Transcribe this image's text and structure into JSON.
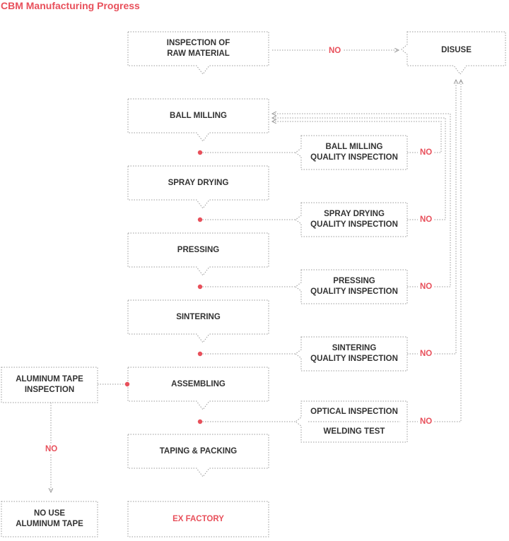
{
  "title": "CBM Manufacturing Progress",
  "colors": {
    "accent": "#e8505b",
    "text": "#333333",
    "border": "#9a9a9a",
    "arrow": "#b0b0b0"
  },
  "process_steps": {
    "raw_material": "INSPECTION OF\nRAW MATERIAL",
    "ball_milling": "BALL MILLING",
    "spray_drying": "SPRAY DRYING",
    "pressing": "PRESSING",
    "sintering": "SINTERING",
    "assembling": "ASSEMBLING",
    "taping_packing": "TAPING & PACKING",
    "ex_factory": "EX FACTORY"
  },
  "inspections": {
    "ball_milling_qi": "BALL MILLING\nQUALITY INSPECTION",
    "spray_drying_qi": "SPRAY DRYING\nQUALITY INSPECTION",
    "pressing_qi": "PRESSING\nQUALITY INSPECTION",
    "sintering_qi": "SINTERING\nQUALITY INSPECTION",
    "optical_inspection": "OPTICAL INSPECTION",
    "welding_test": "WELDING TEST"
  },
  "disuse": "DISUSE",
  "aluminum": {
    "inspection": "ALUMINUM TAPE\nINSPECTION",
    "no_use": "NO USE\nALUMINUM TAPE"
  },
  "no_label": "NO"
}
